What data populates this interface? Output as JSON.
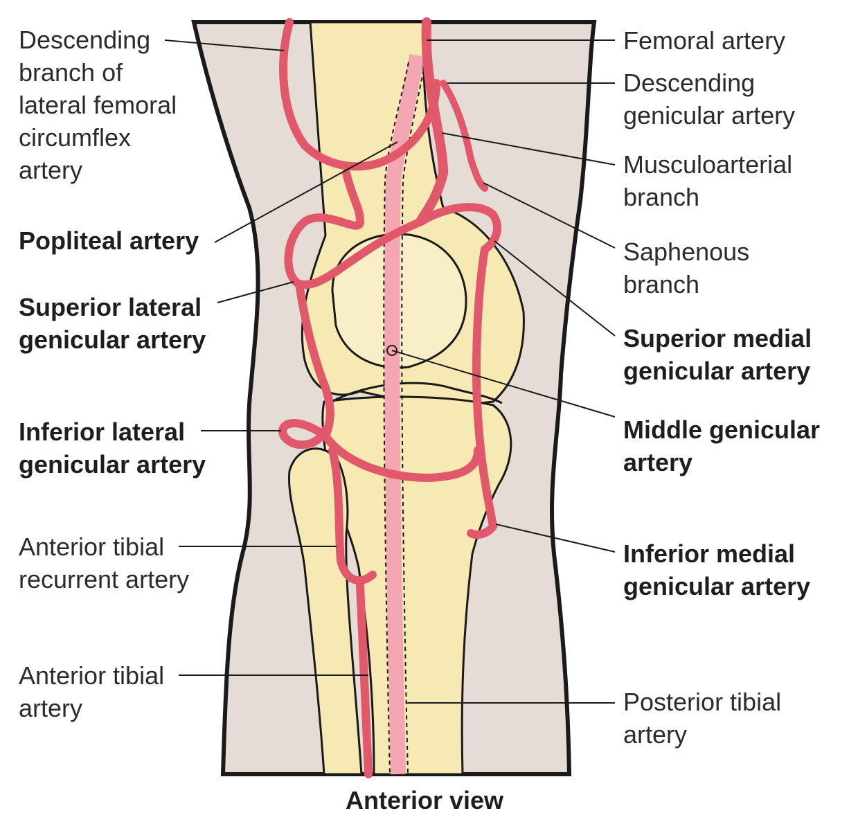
{
  "caption": "Anterior view",
  "labels": {
    "desc_branch_lateral_femoral_circumflex": "Descending\nbranch of\nlateral femoral\ncircumflex\nartery",
    "popliteal_artery": "Popliteal artery",
    "superior_lateral_genicular": "Superior lateral\ngenicular artery",
    "inferior_lateral_genicular": "Inferior lateral\ngenicular artery",
    "anterior_tibial_recurrent": "Anterior tibial\nrecurrent artery",
    "anterior_tibial": "Anterior tibial\nartery",
    "femoral_artery": "Femoral artery",
    "descending_genicular": "Descending\ngenicular artery",
    "musculoarterial_branch": "Musculoarterial\nbranch",
    "saphenous_branch": "Saphenous\nbranch",
    "superior_medial_genicular": "Superior medial\ngenicular artery",
    "middle_genicular": "Middle genicular\nartery",
    "inferior_medial_genicular": "Inferior medial\ngenicular artery",
    "posterior_tibial": "Posterior tibial\nartery"
  },
  "colors": {
    "skin": "#e6dcd6",
    "bone": "#f6e9b4",
    "artery": "#e0586a",
    "artery_deep": "#f4a6b2",
    "outline": "#1a1a1a"
  }
}
